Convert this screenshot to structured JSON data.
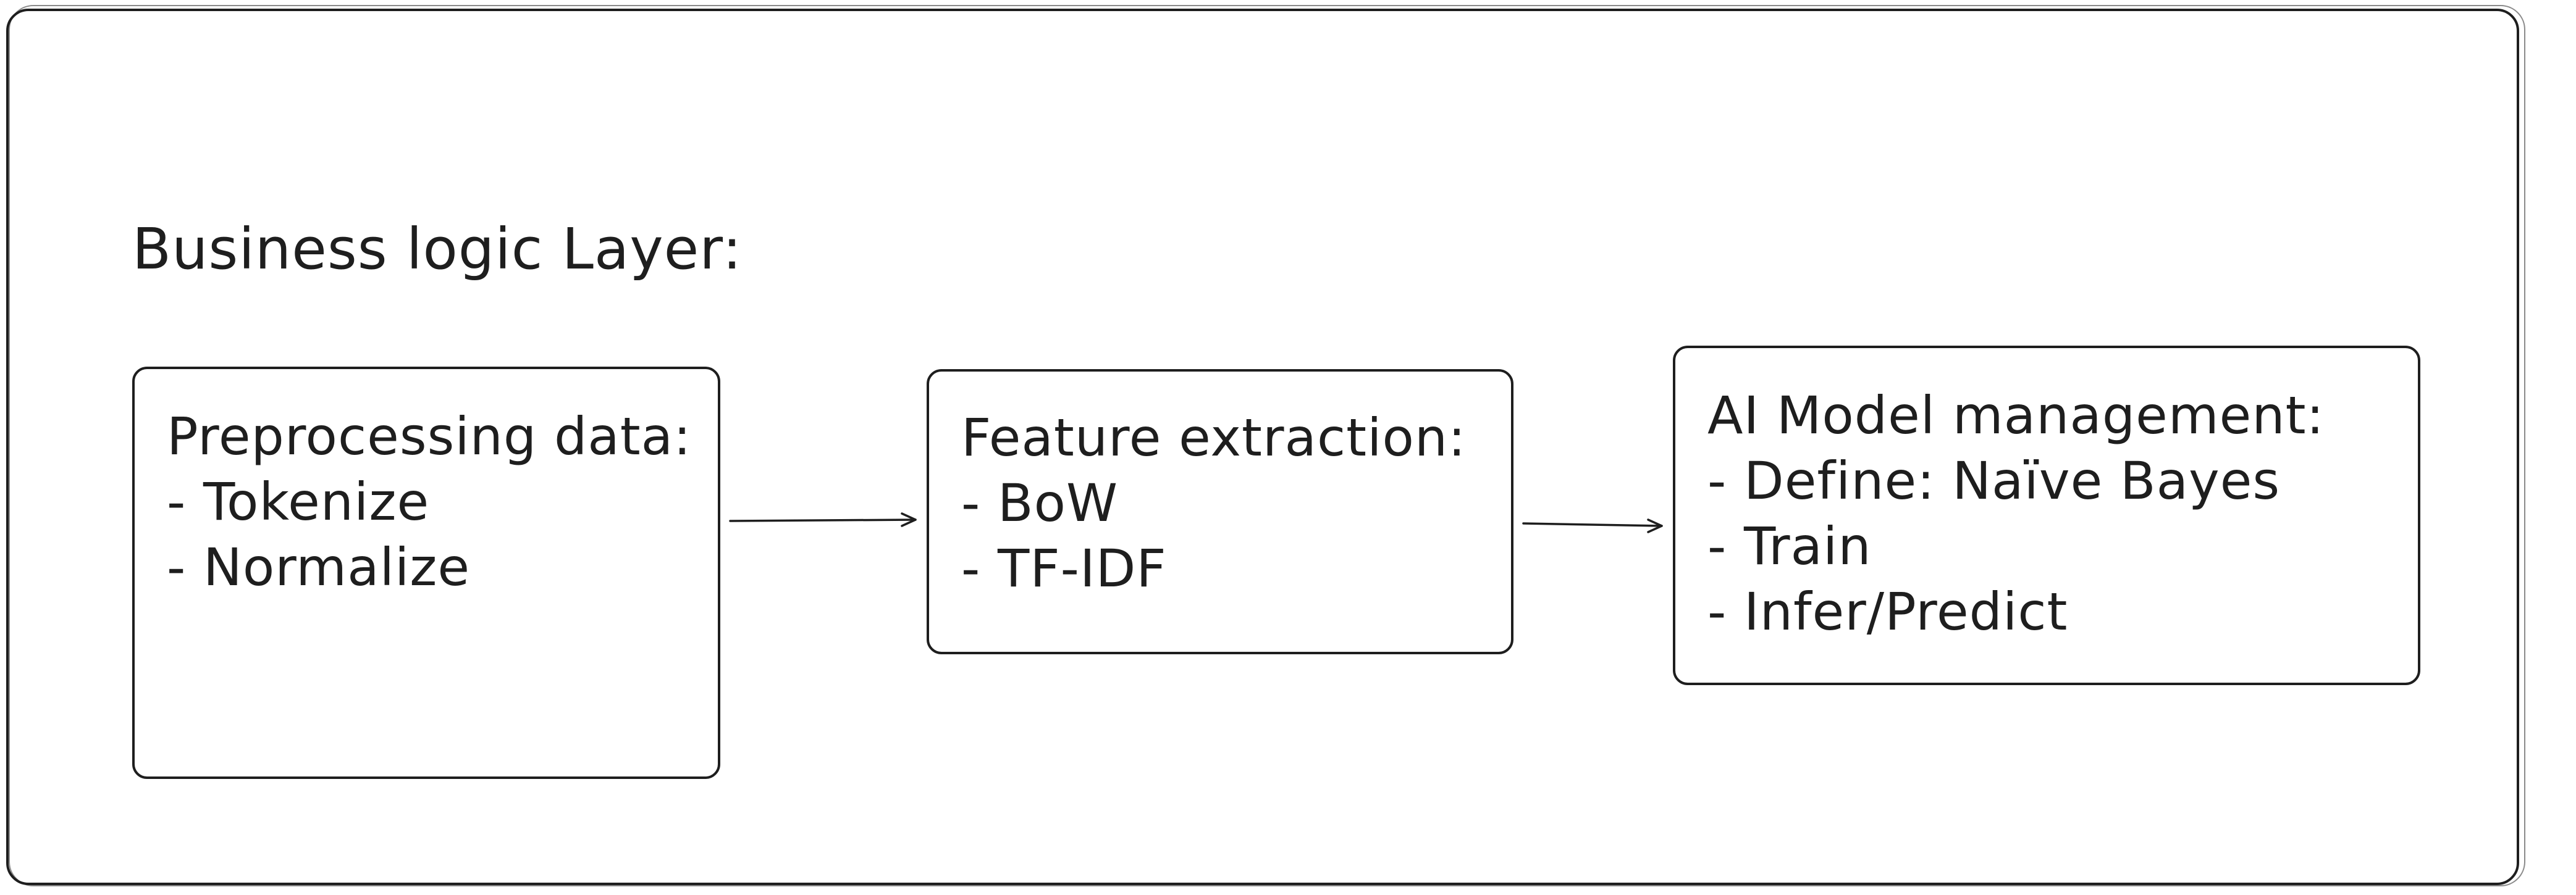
{
  "diagram": {
    "title": "Business logic Layer:",
    "boxes": {
      "preprocessing": {
        "heading": "Preprocessing data:",
        "items": [
          "- Tokenize",
          "- Normalize"
        ]
      },
      "features": {
        "heading": "Feature extraction:",
        "items": [
          "- BoW",
          "- TF-IDF"
        ]
      },
      "model": {
        "heading": "AI Model management:",
        "items": [
          "- Define: Naïve Bayes",
          "- Train",
          "- Infer/Predict"
        ]
      }
    }
  },
  "colors": {
    "stroke": "#1e1e1e",
    "background": "#ffffff"
  }
}
